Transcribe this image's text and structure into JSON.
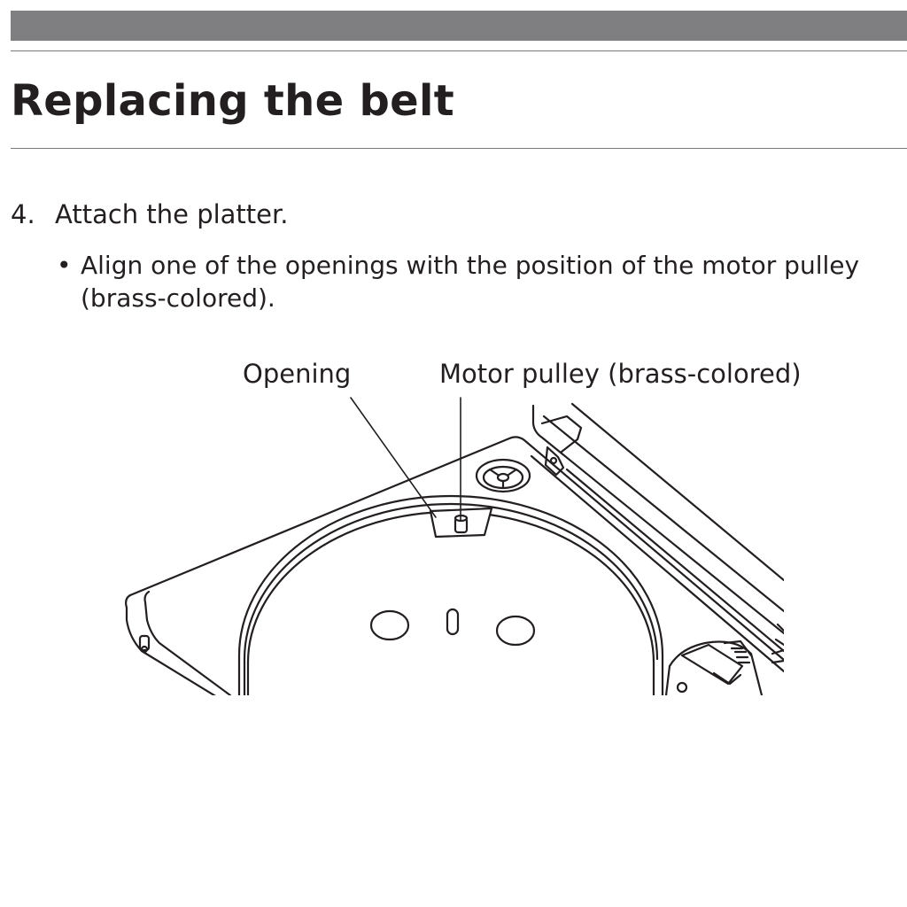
{
  "page": {
    "title": "Replacing the belt"
  },
  "step": {
    "number": "4.",
    "text": "Attach the platter.",
    "bullet_mark": "•",
    "bullet_text": "Align one of the openings with the position of the motor pulley (brass-colored)."
  },
  "figure": {
    "label_opening": "Opening",
    "label_pulley": "Motor pulley (brass-colored)"
  },
  "colors": {
    "header_bar": "#7f7e80",
    "text": "#231f20",
    "line_art": "#231f20"
  }
}
